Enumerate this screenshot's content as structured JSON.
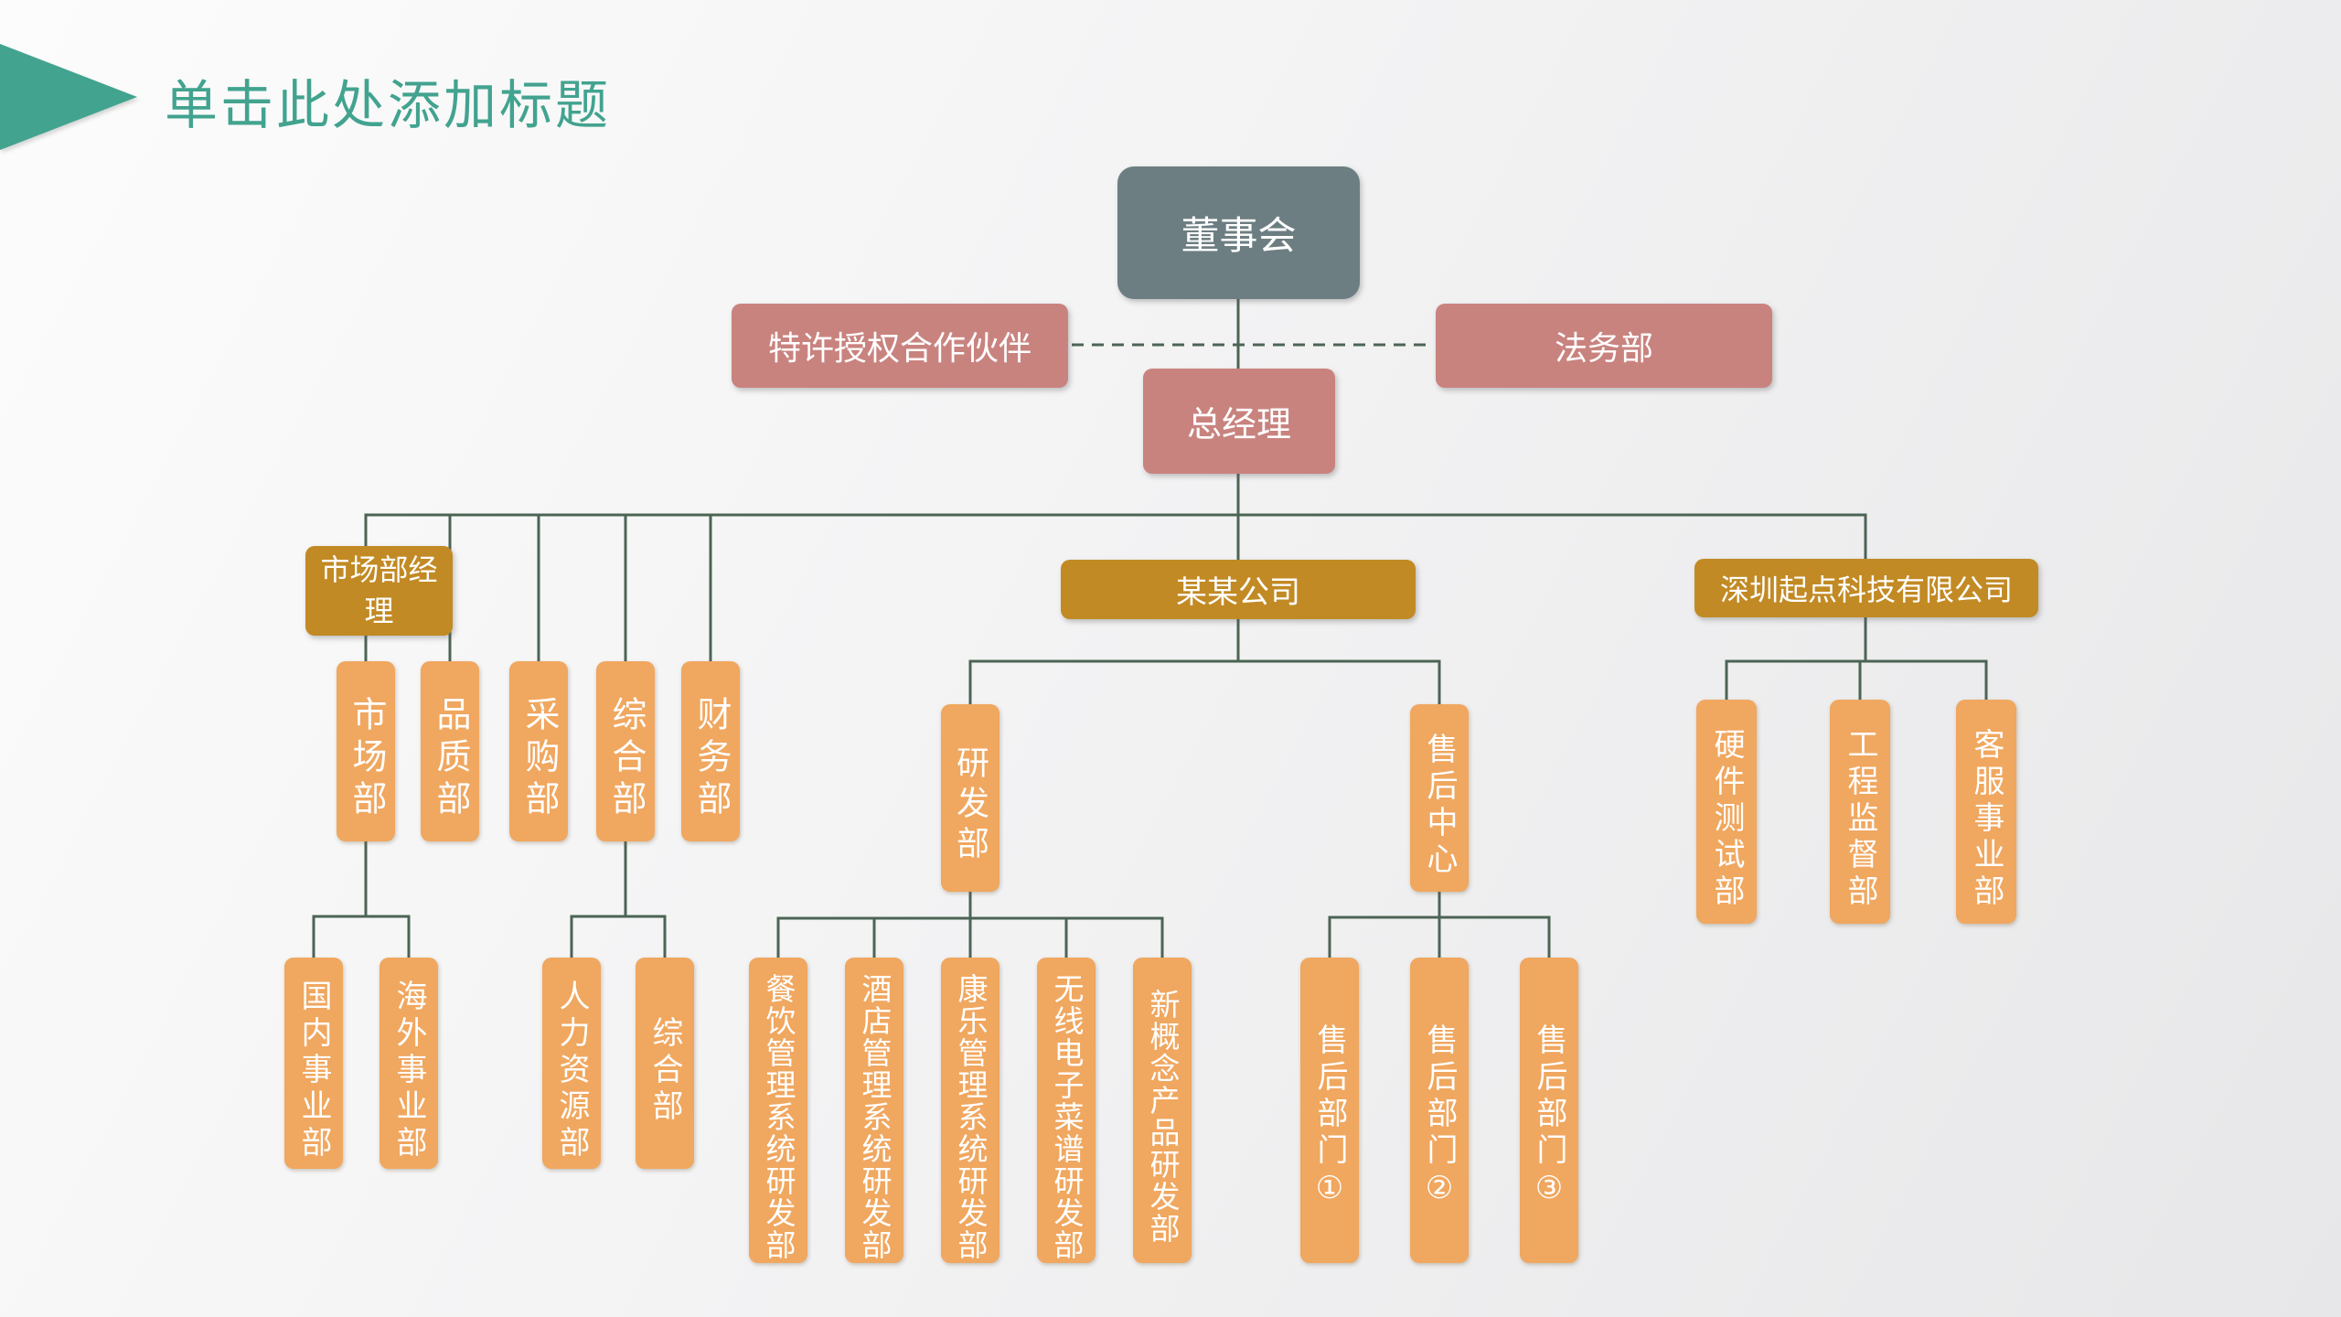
{
  "slide": {
    "title": "单击此处添加标题"
  },
  "palette": {
    "title_teal": "#42a38f",
    "slate_gray": "#6d7e82",
    "rose_pink": "#c9837f",
    "gold": "#c28a24",
    "orange": "#f0a75f",
    "connector_green": "#4c6454",
    "box_text_white": "#ffffff",
    "background_light_gray": "#f2f2f3"
  },
  "org": {
    "board": {
      "label": "董事会"
    },
    "franchise_partner": {
      "label": "特许授权合作伙伴"
    },
    "legal_dept": {
      "label": "法务部"
    },
    "general_manager": {
      "label": "总经理"
    },
    "marketing_manager": {
      "label": "市场部经理"
    },
    "tier1_departments": [
      "市场部",
      "品质部",
      "采购部",
      "综合部",
      "财务部"
    ],
    "marketing_children": [
      "国内事业部",
      "海外事业部"
    ],
    "general_affairs_children": [
      "人力资源部",
      "综合部"
    ],
    "company": {
      "label": "某某公司"
    },
    "rd_center": {
      "label": "研发部"
    },
    "aftersales_center": {
      "label": "售后中心"
    },
    "rd_children": [
      "餐饮管理系统研发部",
      "酒店管理系统研发部",
      "康乐管理系统研发部",
      "无线电子菜谱研发部",
      "新概念产品研发部"
    ],
    "aftersales_children": [
      "售后部门①",
      "售后部门②",
      "售后部门③"
    ],
    "shenzhen_company": {
      "label": "深圳起点科技有限公司"
    },
    "shenzhen_children": [
      "硬件测试部",
      "工程监督部",
      "客服事业部"
    ]
  }
}
